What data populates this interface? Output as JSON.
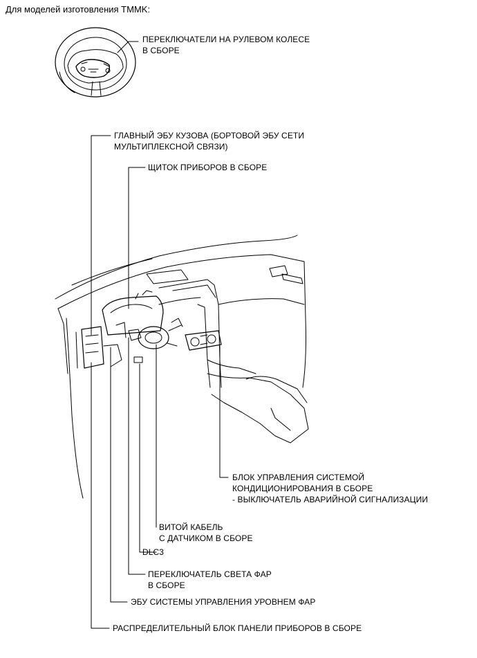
{
  "heading": "Для моделей изготовления TMMK:",
  "labels": {
    "steering_switch": [
      "ПЕРЕКЛЮЧАТЕЛИ НА РУЛЕВОМ КОЛЕСЕ",
      "В СБОРЕ"
    ],
    "main_body_ecu": [
      "ГЛАВНЫЙ ЭБУ КУЗОВА (БОРТОВОЙ ЭБУ СЕТИ",
      "МУЛЬТИПЛЕКСНОЙ СВЯЗИ)"
    ],
    "combination_meter": [
      "ЩИТОК ПРИБОРОВ В СБОРЕ"
    ],
    "ac_control": [
      "БЛОК УПРАВЛЕНИЯ СИСТЕМОЙ",
      "КОНДИЦИОНИРОВАНИЯ В СБОРЕ",
      "- ВЫКЛЮЧАТЕЛЬ АВАРИЙНОЙ СИГНАЛИЗАЦИИ"
    ],
    "spiral_cable": [
      "ВИТОЙ КАБЕЛЬ",
      "С ДАТЧИКОМ В СБОРЕ"
    ],
    "dlc3": [
      "DLC3"
    ],
    "headlight_switch": [
      "ПЕРЕКЛЮЧАТЕЛЬ СВЕТА ФАР",
      "В СБОРЕ"
    ],
    "leveling_ecu": [
      "ЭБУ СИСТЕМЫ УПРАВЛЕНИЯ УРОВНЕМ ФАР"
    ],
    "junction_block": [
      "РАСПРЕДЕЛИТЕЛЬНЫЙ БЛОК ПАНЕЛИ ПРИБОРОВ В СБОРЕ"
    ]
  }
}
